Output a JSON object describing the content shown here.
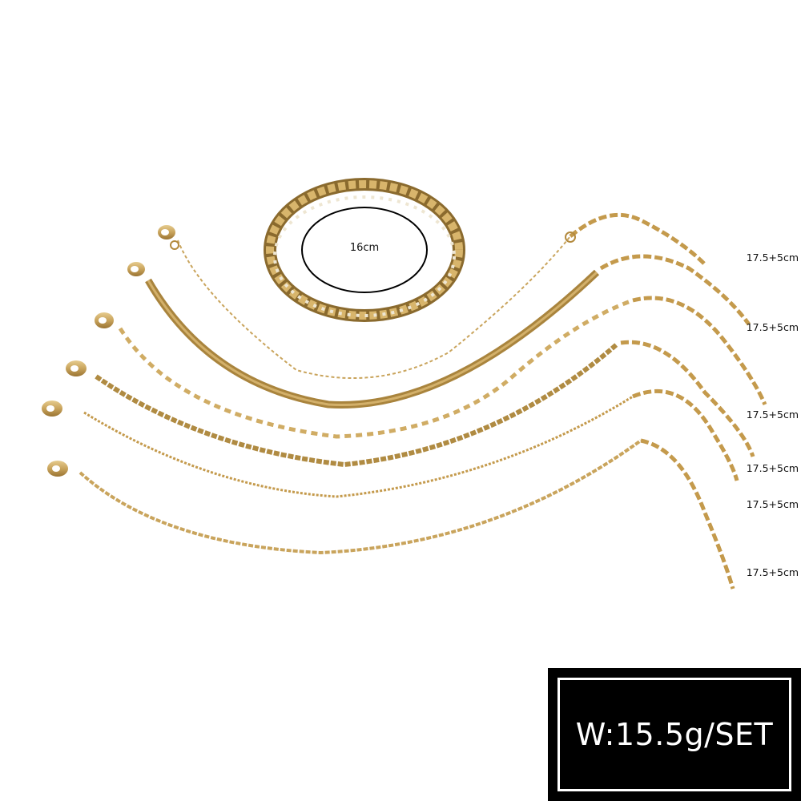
{
  "product": {
    "type": "bracelet-set",
    "bracelet_count": 7,
    "stretch_bracelet": {
      "label": "16cm",
      "style": "rhinestone tennis stretch"
    },
    "chain_bracelets": [
      {
        "style": "satellite bead chain",
        "length_label": "17.5+5cm"
      },
      {
        "style": "herringbone snake chain",
        "length_label": "17.5+5cm"
      },
      {
        "style": "mirror lip chain",
        "length_label": "17.5+5cm"
      },
      {
        "style": "flat mariner chain",
        "length_label": "17.5+5cm"
      },
      {
        "style": "curb chain",
        "length_label": "17.5+5cm"
      },
      {
        "style": "singapore twist chain",
        "length_label": "17.5+5cm"
      }
    ],
    "weight_label": "W:15.5g/SET"
  },
  "colors": {
    "background": "#ffffff",
    "gold": "#c9a45c",
    "gold_dark": "#9a7433",
    "gold_light": "#e6cc8f",
    "badge_bg": "#000000",
    "badge_text": "#ffffff"
  }
}
